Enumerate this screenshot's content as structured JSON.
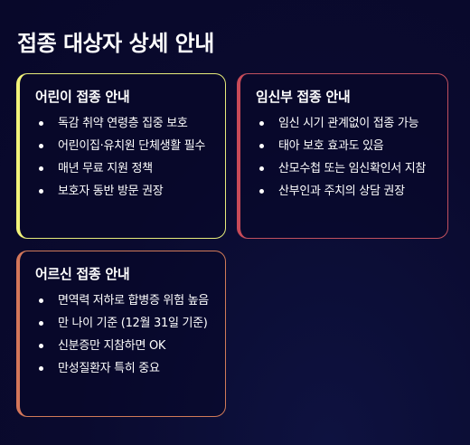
{
  "page": {
    "title": "접종 대상자 상세 안내"
  },
  "cards": {
    "children": {
      "title": "어린이 접종 안내",
      "accent_color": "#f2f37a",
      "items": [
        "독감 취약 연령층 집중 보호",
        "어린이집·유치원 단체생활 필수",
        "매년 무료 지원 정책",
        "보호자 동반 방문 권장"
      ]
    },
    "pregnant": {
      "title": "임신부 접종 안내",
      "accent_color": "#c84a58",
      "items": [
        "임신 시기 관계없이 접종 가능",
        "태아 보호 효과도 있음",
        "산모수첩 또는 임신확인서 지참",
        "산부인과 주치의 상담 권장"
      ]
    },
    "seniors": {
      "title": "어르신 접종 안내",
      "accent_color": "#d4765a",
      "items": [
        "면역력 저하로 합병증 위험 높음",
        "만 나이 기준 (12월 31일 기준)",
        "신분증만 지참하면 OK",
        "만성질환자 특히 중요"
      ]
    }
  },
  "colors": {
    "background": "#0a0a2e",
    "text": "#ffffff"
  }
}
